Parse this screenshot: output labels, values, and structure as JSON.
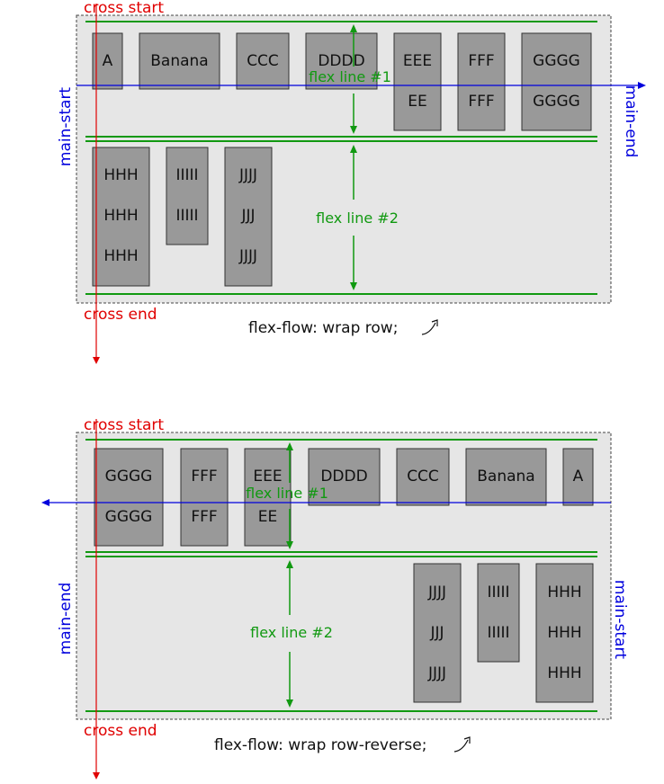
{
  "colors": {
    "cross_axis": "#e00000",
    "main_axis": "#0000dd",
    "flex_line": "#119911",
    "item_fill": "#999999",
    "container_fill": "#e6e6e6"
  },
  "diagram1": {
    "caption": "flex-flow: wrap row;",
    "cross_start": "cross start",
    "cross_end": "cross end",
    "main_start": "main-start",
    "main_end": "main-end",
    "line1_label": "flex line #1",
    "line2_label": "flex line #2",
    "items": [
      {
        "lines": [
          "A"
        ]
      },
      {
        "lines": [
          "Banana"
        ]
      },
      {
        "lines": [
          "CCC"
        ]
      },
      {
        "lines": [
          "DDDD"
        ]
      },
      {
        "lines": [
          "EEE",
          "EE"
        ]
      },
      {
        "lines": [
          "FFF",
          "FFF"
        ]
      },
      {
        "lines": [
          "GGGG",
          "GGGG"
        ]
      },
      {
        "lines": [
          "HHH",
          "HHH",
          "HHH"
        ]
      },
      {
        "lines": [
          "IIIII",
          "IIIII"
        ]
      },
      {
        "lines": [
          "JJJJ",
          "JJJ",
          "JJJJ"
        ]
      }
    ]
  },
  "diagram2": {
    "caption": "flex-flow: wrap row-reverse;",
    "cross_start": "cross start",
    "cross_end": "cross end",
    "main_start": "main-start",
    "main_end": "main-end",
    "line1_label": "flex line #1",
    "line2_label": "flex line #2",
    "items": [
      {
        "lines": [
          "GGGG",
          "GGGG"
        ]
      },
      {
        "lines": [
          "FFF",
          "FFF"
        ]
      },
      {
        "lines": [
          "EEE",
          "EE"
        ]
      },
      {
        "lines": [
          "DDDD"
        ]
      },
      {
        "lines": [
          "CCC"
        ]
      },
      {
        "lines": [
          "Banana"
        ]
      },
      {
        "lines": [
          "A"
        ]
      },
      {
        "lines": [
          "JJJJ",
          "JJJ",
          "JJJJ"
        ]
      },
      {
        "lines": [
          "IIIII",
          "IIIII"
        ]
      },
      {
        "lines": [
          "HHH",
          "HHH",
          "HHH"
        ]
      }
    ]
  }
}
